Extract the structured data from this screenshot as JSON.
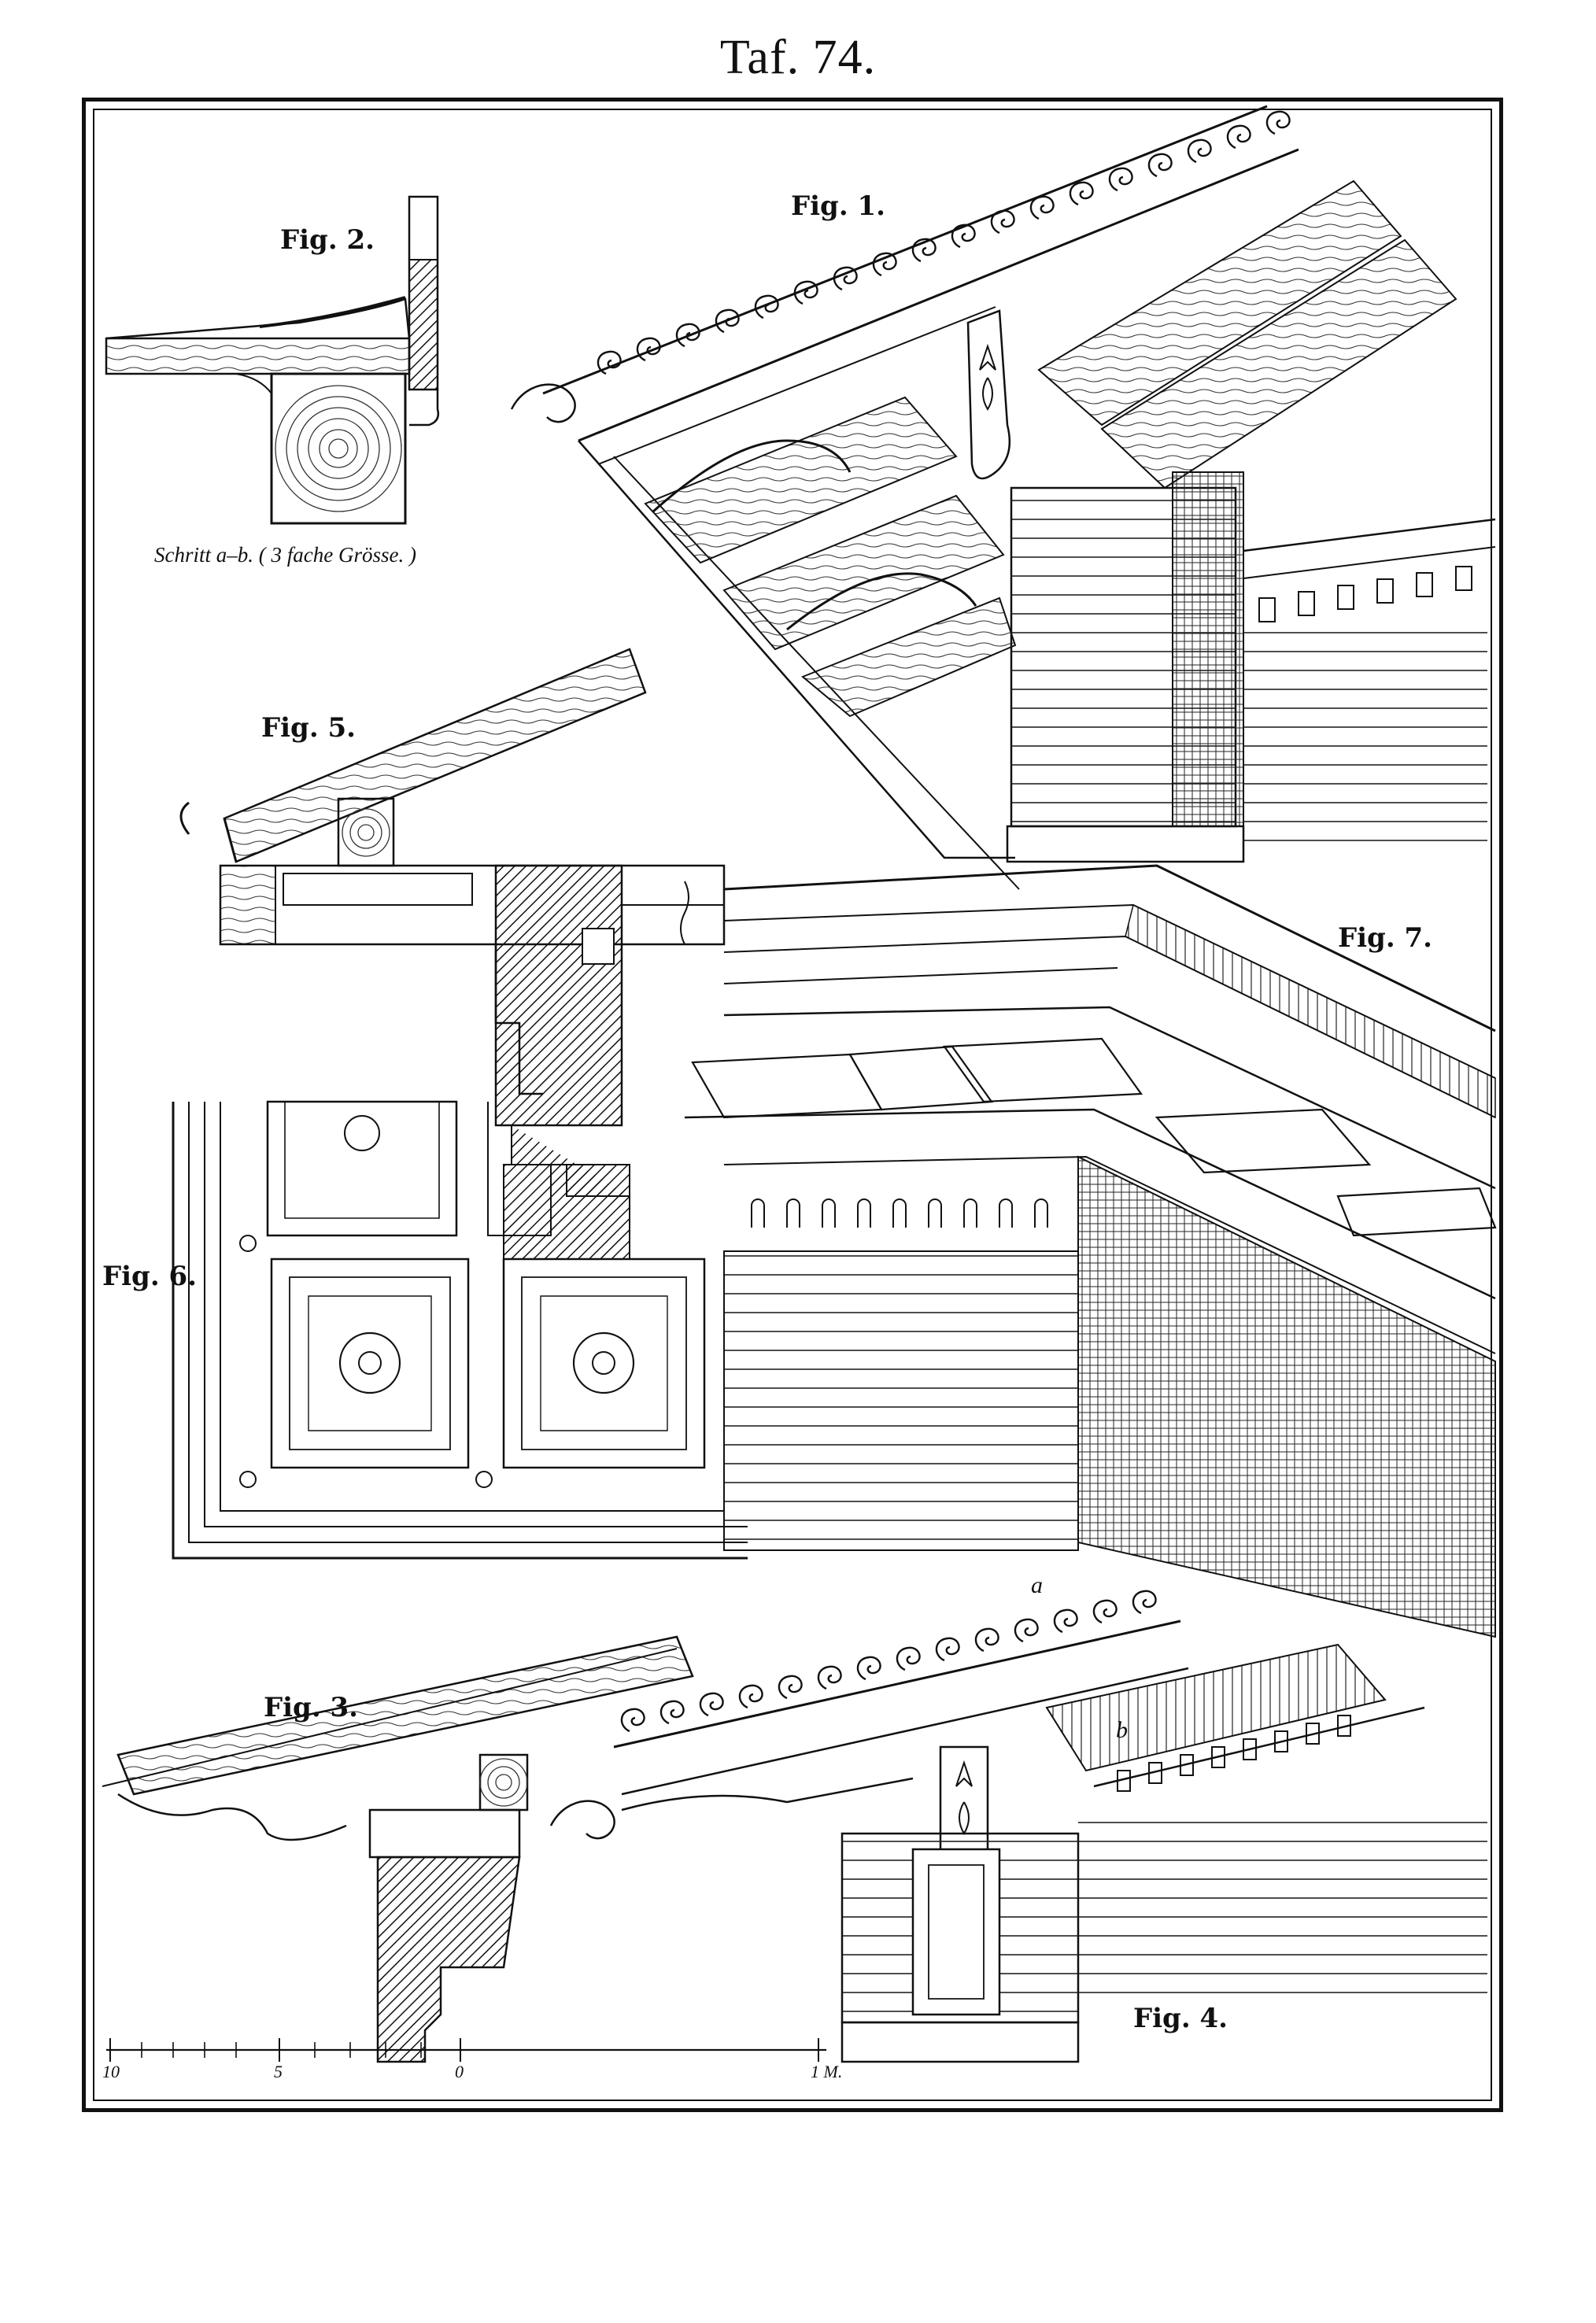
{
  "plate": {
    "title": "Taf. 74."
  },
  "figures": [
    {
      "id": "fig1",
      "label": "Fig. 1."
    },
    {
      "id": "fig2",
      "label": "Fig. 2.",
      "caption": "Schritt a–b. ( 3 fache Grösse. )"
    },
    {
      "id": "fig3",
      "label": "Fig. 3."
    },
    {
      "id": "fig4",
      "label": "Fig. 4.",
      "letters": [
        "a",
        "b"
      ]
    },
    {
      "id": "fig5",
      "label": "Fig. 5."
    },
    {
      "id": "fig6",
      "label": "Fig. 6."
    },
    {
      "id": "fig7",
      "label": "Fig. 7."
    }
  ],
  "scale_bar": {
    "ticks": [
      "10",
      "5",
      "0",
      "1 M."
    ]
  }
}
